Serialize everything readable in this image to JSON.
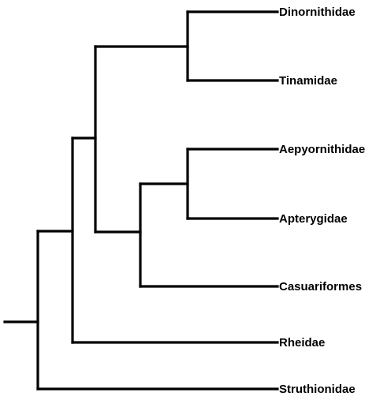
{
  "tree": {
    "taxa": [
      {
        "id": "dinornithidae",
        "label": "Dinornithidae"
      },
      {
        "id": "tinamidae",
        "label": "Tinamidae"
      },
      {
        "id": "aepyornithidae",
        "label": "Aepyornithidae"
      },
      {
        "id": "apterygidae",
        "label": "Apterygidae"
      },
      {
        "id": "casuariformes",
        "label": "Casuariformes"
      },
      {
        "id": "rheidae",
        "label": "Rheidae"
      },
      {
        "id": "struthionidae",
        "label": "Struthionidae"
      }
    ],
    "topology": "((((Dinornithidae,Tinamidae),((Aepyornithidae,Apterygidae),Casuariformes)),Rheidae),Struthionidae)"
  },
  "colors": {
    "lines": "#000000",
    "text": "#000000",
    "background": "#ffffff"
  }
}
